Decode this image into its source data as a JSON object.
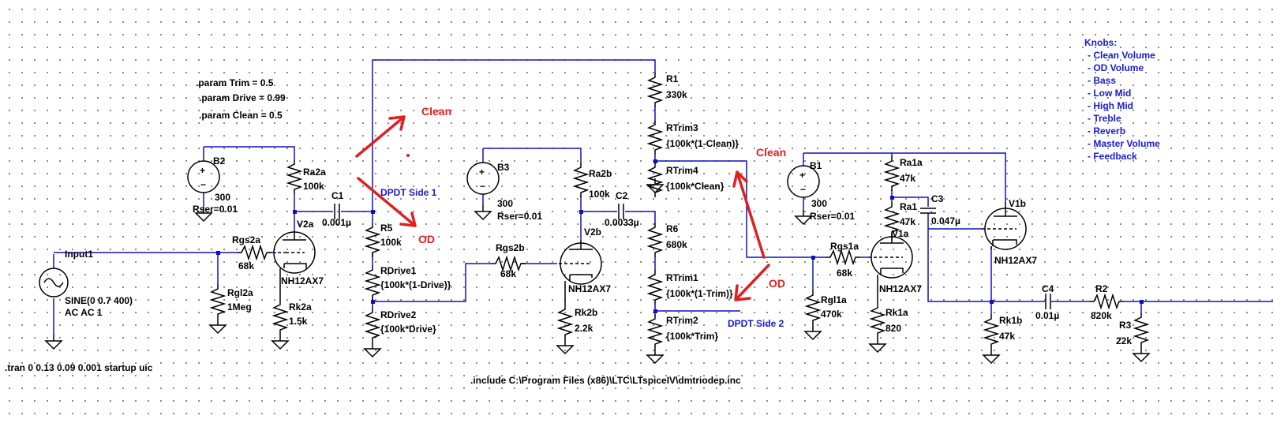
{
  "params": {
    "trim": ".param Trim = 0.5",
    "drive": ".param Drive = 0.99",
    "clean": ".param Clean = 0.5"
  },
  "directives": {
    "tran": ".tran 0 0.13 0.09 0.001 startup uic",
    "include": ".include C:\\Program Files (x86)\\LTC\\LTspiceIV\\dmtriodep.inc"
  },
  "knobs": {
    "title": "Knobs:",
    "items": [
      "- Clean Volume",
      "- OD Volume",
      "- Bass",
      "- Low Mid",
      "- High Mid",
      "- Treble",
      "- Reverb",
      "- Master Volume",
      "- Feedback"
    ]
  },
  "annotations": {
    "clean1": "Clean",
    "od1": "OD",
    "clean2": "Clean",
    "od2": "OD",
    "dpdt1": "DPDT Side 1",
    "dpdt2": "DPDT Side 2"
  },
  "input": {
    "name": "Input1",
    "line1": "SINE(0 0.7 400)",
    "line2": "AC AC 1"
  },
  "sources": {
    "b2": {
      "name": "B2",
      "value": "300",
      "rser": "Rser=0.01"
    },
    "b3": {
      "name": "B3",
      "value": "300",
      "rser": "Rser=0.01"
    },
    "b1": {
      "name": "B1",
      "value": "300",
      "rser": "Rser=0.01"
    }
  },
  "tubes": {
    "v2a": {
      "name": "V2a",
      "model": "NH12AX7"
    },
    "v2b": {
      "name": "V2b",
      "model": "NH12AX7"
    },
    "v1a": {
      "name": "V1a",
      "model": "NH12AX7"
    },
    "v1b": {
      "name": "V1b",
      "model": "NH12AX7"
    }
  },
  "resistors": {
    "ra2a": {
      "name": "Ra2a",
      "value": "100k"
    },
    "rgs2a": {
      "name": "Rgs2a",
      "value": "68k"
    },
    "rgl2a": {
      "name": "Rgl2a",
      "value": "1Meg"
    },
    "rk2a": {
      "name": "Rk2a",
      "value": "1.5k"
    },
    "r5": {
      "name": "R5",
      "value": "100k"
    },
    "rdrive1": {
      "name": "RDrive1",
      "value": "{100k*(1-Drive)}"
    },
    "rdrive2": {
      "name": "RDrive2",
      "value": "{100k*Drive}"
    },
    "rgs2b": {
      "name": "Rgs2b",
      "value": "68k"
    },
    "ra2b": {
      "name": "Ra2b",
      "value": "100k"
    },
    "rk2b": {
      "name": "Rk2b",
      "value": "2.2k"
    },
    "r1": {
      "name": "R1",
      "value": "330k"
    },
    "rtrim3": {
      "name": "RTrim3",
      "value": "{100k*(1-Clean)}"
    },
    "rtrim4": {
      "name": "RTrim4",
      "value": "{100k*Clean}"
    },
    "r6": {
      "name": "R6",
      "value": "680k"
    },
    "rtrim1": {
      "name": "RTrim1",
      "value": "{100k*(1-Trim)}"
    },
    "rtrim2": {
      "name": "RTrim2",
      "value": "{100k*Trim}"
    },
    "ra1a": {
      "name": "Ra1a",
      "value": "47k"
    },
    "ra1": {
      "name": "Ra1",
      "value": "47k"
    },
    "rgs1a": {
      "name": "Rgs1a",
      "value": "68k"
    },
    "rgl1a": {
      "name": "Rgl1a",
      "value": "470k"
    },
    "rk1a": {
      "name": "Rk1a",
      "value": "820"
    },
    "rk1b": {
      "name": "Rk1b",
      "value": "47k"
    },
    "r2": {
      "name": "R2",
      "value": "820k"
    },
    "r3": {
      "name": "R3",
      "value": "22k"
    }
  },
  "capacitors": {
    "c1": {
      "name": "C1",
      "value": "0.001µ"
    },
    "c2": {
      "name": "C2",
      "value": "0.0033µ"
    },
    "c3": {
      "name": "C3",
      "value": "0.047µ"
    },
    "c4": {
      "name": "C4",
      "value": "0.01µ"
    }
  },
  "colors": {
    "wire": "#1010c0",
    "annotation": "#e02020",
    "comment": "#1a1acc",
    "background": "#ffffff"
  }
}
